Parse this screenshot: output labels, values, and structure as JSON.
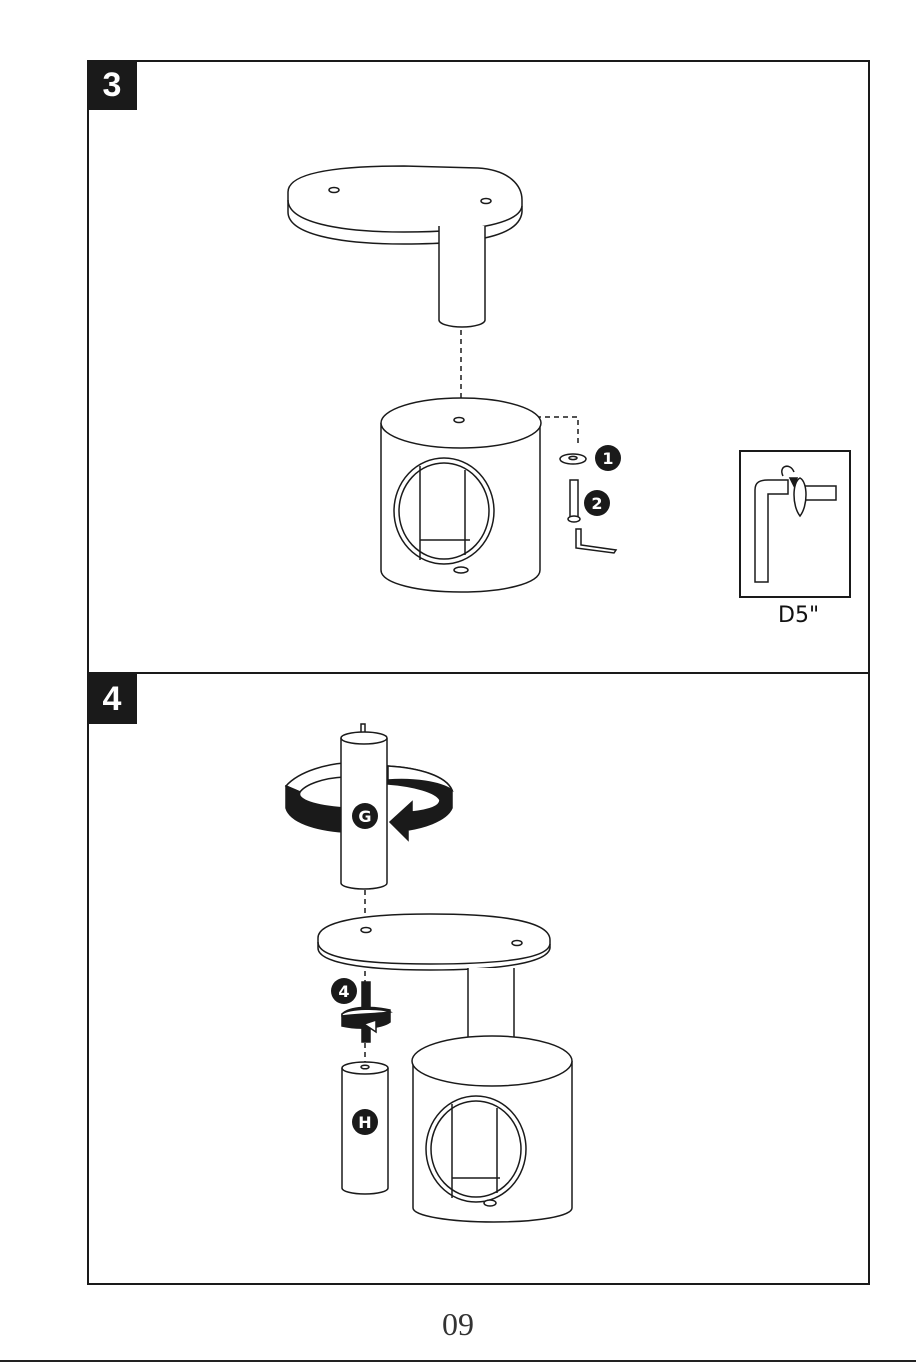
{
  "steps": [
    {
      "number": "3",
      "callouts": [
        "1",
        "2"
      ]
    },
    {
      "number": "4",
      "callouts": [
        "G",
        "4",
        "H"
      ]
    }
  ],
  "tool": {
    "label": "D5\"",
    "icon": "allen-key-icon"
  },
  "page_number": "09",
  "colors": {
    "ink": "#1a1a1a",
    "paper": "#ffffff"
  }
}
